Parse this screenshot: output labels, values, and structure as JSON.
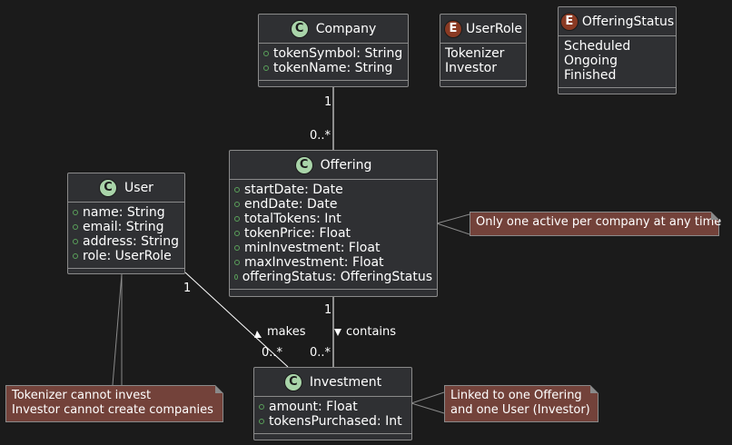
{
  "classes": {
    "company": {
      "name": "Company",
      "attrs": [
        "tokenSymbol: String",
        "tokenName: String"
      ]
    },
    "user": {
      "name": "User",
      "attrs": [
        "name: String",
        "email: String",
        "address: String",
        "role: UserRole"
      ]
    },
    "offering": {
      "name": "Offering",
      "attrs": [
        "startDate: Date",
        "endDate: Date",
        "totalTokens: Int",
        "tokenPrice: Float",
        "minInvestment: Float",
        "maxInvestment: Float",
        "offeringStatus: OfferingStatus"
      ]
    },
    "investment": {
      "name": "Investment",
      "attrs": [
        "amount: Float",
        "tokensPurchased: Int"
      ]
    }
  },
  "enums": {
    "user_role": {
      "name": "UserRole",
      "values": [
        "Tokenizer",
        "Investor"
      ]
    },
    "offering_status": {
      "name": "OfferingStatus",
      "values": [
        "Scheduled",
        "Ongoing",
        "Finished"
      ]
    }
  },
  "class_icon": "C",
  "enum_icon": "E",
  "notes": {
    "offering": [
      "Only one active per company at any time"
    ],
    "user": [
      "Tokenizer cannot invest",
      "Investor cannot create companies"
    ],
    "investment": [
      "Linked to one Offering",
      "and one User (Investor)"
    ]
  },
  "relations": {
    "company_offering": {
      "from_mult": "1",
      "to_mult": "0..*"
    },
    "user_investment": {
      "from_mult": "1",
      "to_mult": "0..*",
      "label": "makes"
    },
    "offering_investment": {
      "from_mult": "1",
      "to_mult": "0..*",
      "label": "contains"
    }
  },
  "colors": {
    "background": "#1b1b1b",
    "class_fill": "#2f3033",
    "class_icon": "#a9d4a9",
    "enum_icon": "#8a3a23",
    "note_fill": "#73423a",
    "line": "#ffffff"
  }
}
